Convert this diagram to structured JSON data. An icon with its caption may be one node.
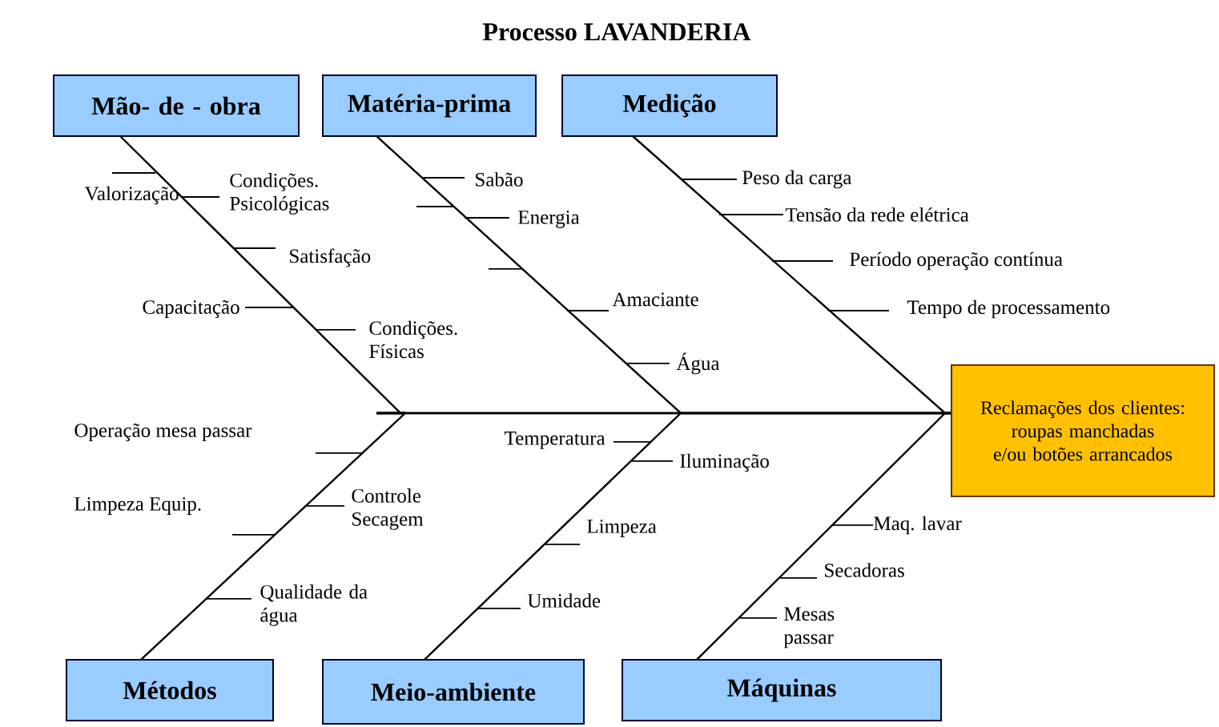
{
  "diagram": {
    "title": "Processo LAVANDERIA",
    "nodes": [
      {
        "text": [
          "Mão- de - obra"
        ]
      },
      {
        "text": [
          "Matéria-prima"
        ]
      },
      {
        "text": [
          "Medição"
        ]
      },
      {
        "text": [
          "Reclamações dos clientes: roupas manchadas e/ou botões arrancados"
        ]
      },
      {
        "text": [
          "Métodos"
        ]
      },
      {
        "text": [
          "Meio-ambiente"
        ]
      },
      {
        "text": [
          "Máquinas"
        ]
      }
    ],
    "edges": [
      {
        "from": 0,
        "to": 3,
        "arrow": "none"
      },
      {
        "from": 1,
        "to": 3,
        "arrow": "none"
      },
      {
        "from": 2,
        "to": 3,
        "arrow": "none"
      },
      {
        "from": 4,
        "to": 3,
        "arrow": "none"
      },
      {
        "from": 5,
        "to": 3,
        "arrow": "none"
      },
      {
        "from": 6,
        "to": 3,
        "arrow": "none"
      }
    ],
    "labels": [
      "Valorização",
      "Condições. Psicológicas",
      "Satisfação",
      "Capacitação",
      "Condições. Físicas",
      "Sabão",
      "Energia",
      "Amaciante",
      "Água",
      "Peso da carga",
      "Tensão da rede elétrica",
      "Período operação contínua",
      "Tempo de processamento",
      "Operação mesa passar",
      "Limpeza Equip.",
      "Controle Secagem",
      "Qualidade da água",
      "Temperatura",
      "Iluminação",
      "Limpeza",
      "Umidade",
      "Maq. lavar",
      "Secadoras",
      "Mesas passar"
    ]
  }
}
